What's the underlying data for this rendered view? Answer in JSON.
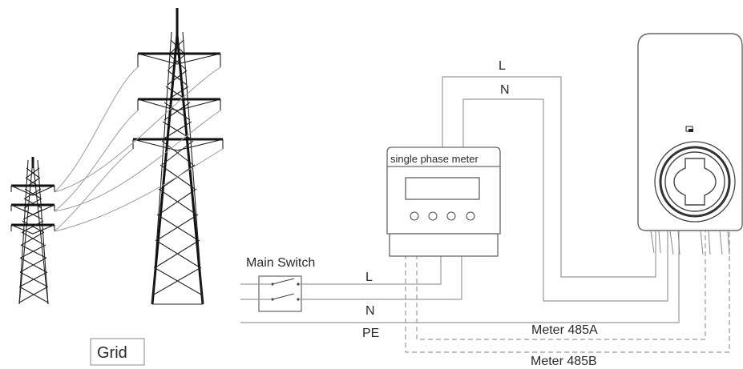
{
  "labels": {
    "grid": "Grid",
    "main_switch": "Main Switch",
    "meter": "single phase meter",
    "line_top": "L",
    "neutral_top": "N",
    "line_bottom": "L",
    "neutral_bottom": "N",
    "protective_earth": "PE",
    "meter_485a": "Meter 485A",
    "meter_485b": "Meter 485B"
  },
  "colors": {
    "wire": "#9a9a9a",
    "tower": "#111111",
    "text": "#2a2a2a"
  },
  "icons": [
    "transmission-tower-icon",
    "switch-icon",
    "meter-icon",
    "ev-charger-icon",
    "ev-socket-icon"
  ]
}
